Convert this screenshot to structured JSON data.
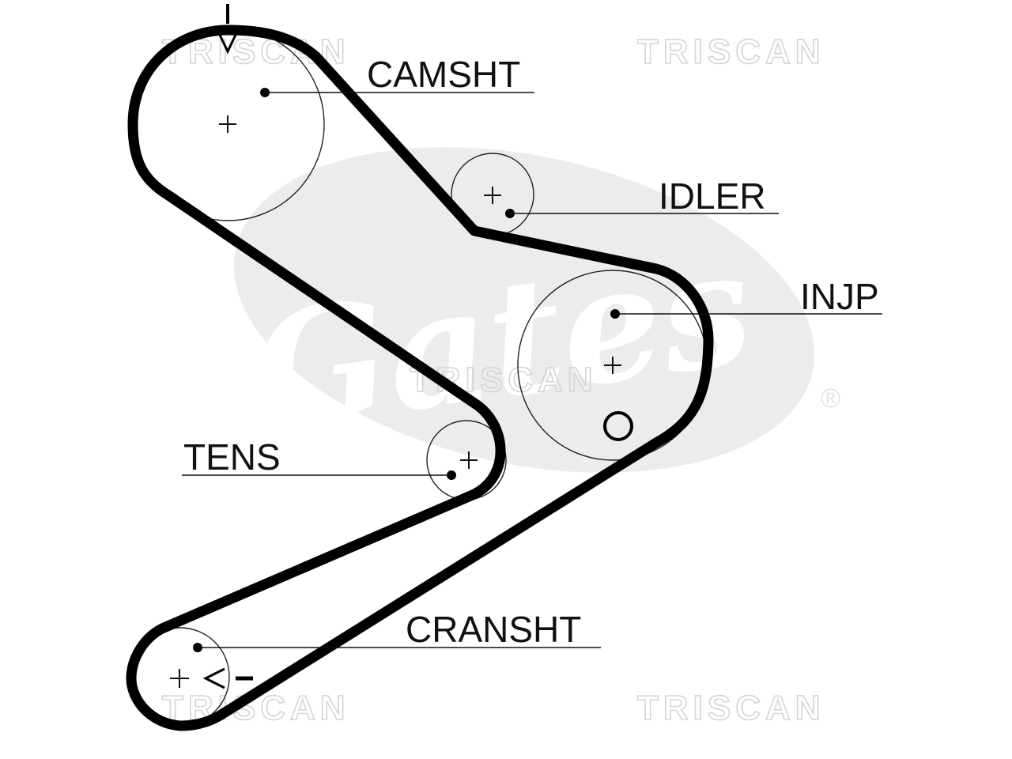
{
  "logo": {
    "text": "Gates",
    "registered": "®",
    "color": "#ececec"
  },
  "watermarks": [
    "TRISCAN",
    "TRISCAN",
    "TRISCAN",
    "TRISCAN",
    "TRISCAN"
  ],
  "pulleys": {
    "camshaft": {
      "label": "CAMSHT"
    },
    "idler": {
      "label": "IDLER"
    },
    "injection_pump": {
      "label": "INJP"
    },
    "tensioner": {
      "label": "TENS"
    },
    "crankshaft": {
      "label": "CRANSHT"
    }
  },
  "belt": {
    "color": "#000000"
  }
}
